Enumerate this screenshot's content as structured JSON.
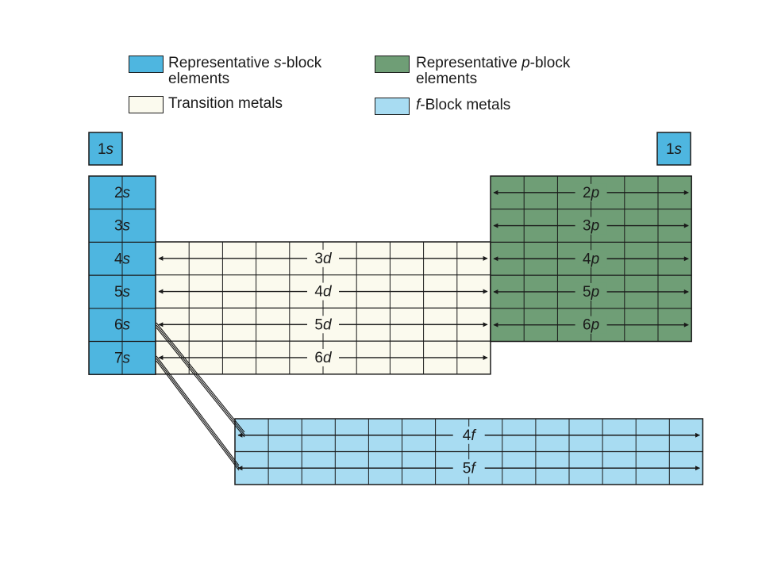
{
  "colors": {
    "s_block": "#4eb6e0",
    "p_block": "#6f9e76",
    "transition": "#fbfaee",
    "f_block": "#a8dcf2",
    "line": "#1a1a1a"
  },
  "legend": [
    {
      "id": "s",
      "label_pre": "Representative ",
      "label_it": "s",
      "label_post": "-block",
      "label_line2": "elements",
      "color_key": "s_block"
    },
    {
      "id": "p",
      "label_pre": "Representative ",
      "label_it": "p",
      "label_post": "-block",
      "label_line2": "elements",
      "color_key": "p_block"
    },
    {
      "id": "t",
      "label_pre": "Transition metals",
      "label_it": "",
      "label_post": "",
      "label_line2": "",
      "color_key": "transition"
    },
    {
      "id": "f",
      "label_pre": "",
      "label_it": "f",
      "label_post": "-Block metals",
      "label_line2": "",
      "color_key": "f_block"
    }
  ],
  "blocks": {
    "hydrogen_left": {
      "num": "1",
      "sub": "s"
    },
    "helium_right": {
      "num": "1",
      "sub": "s"
    },
    "s_rows": [
      {
        "num": "2",
        "sub": "s"
      },
      {
        "num": "3",
        "sub": "s"
      },
      {
        "num": "4",
        "sub": "s"
      },
      {
        "num": "5",
        "sub": "s"
      },
      {
        "num": "6",
        "sub": "s"
      },
      {
        "num": "7",
        "sub": "s"
      }
    ],
    "p_rows": [
      {
        "num": "2",
        "sub": "p"
      },
      {
        "num": "3",
        "sub": "p"
      },
      {
        "num": "4",
        "sub": "p"
      },
      {
        "num": "5",
        "sub": "p"
      },
      {
        "num": "6",
        "sub": "p"
      }
    ],
    "d_rows": [
      {
        "num": "3",
        "sub": "d"
      },
      {
        "num": "4",
        "sub": "d"
      },
      {
        "num": "5",
        "sub": "d"
      },
      {
        "num": "6",
        "sub": "d"
      }
    ],
    "f_rows": [
      {
        "num": "4",
        "sub": "f"
      },
      {
        "num": "5",
        "sub": "f"
      }
    ]
  }
}
